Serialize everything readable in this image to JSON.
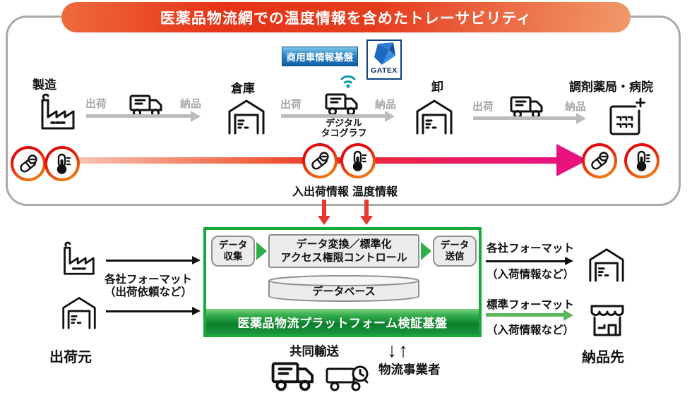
{
  "title_banner": "医薬品物流網での温度情報を含めたトレーサビリティ",
  "chain": {
    "manufacturing": "製造",
    "warehouse": "倉庫",
    "wholesale": "卸",
    "pharmacy_hospital": "調剤薬局・病院",
    "ship": "出荷",
    "deliver": "納品",
    "vehicle_platform": "商用車情報基盤",
    "gatex": "GATEX",
    "tachograph_line1": "デジタル",
    "tachograph_line2": "タコグラフ"
  },
  "trace": {
    "shipping_info": "入出荷情報",
    "temperature_info": "温度情報"
  },
  "platform": {
    "collect_line1": "データ",
    "collect_line2": "収集",
    "convert_line1": "データ変換／標準化",
    "convert_line2": "アクセス権限コントロール",
    "send_line1": "データ",
    "send_line2": "送信",
    "database": "データベース",
    "band": "医薬品物流プラットフォーム検証基盤"
  },
  "left": {
    "format": "各社フォーマット",
    "format_sub": "（出荷依頼など）",
    "source": "出荷元"
  },
  "right": {
    "company_format": "各社フォーマット",
    "company_sub": "（入荷情報など）",
    "standard_format": "標準フォーマット",
    "standard_sub": "（入荷情報など）",
    "destination": "納品先"
  },
  "bottom": {
    "joint_transport": "共同輸送",
    "updown_arrows": "↓↑",
    "logistics_operator": "物流事業者"
  },
  "colors": {
    "banner_red": "#e63417",
    "banner_orange": "#f19a6a",
    "trace_magenta": "#e8127e",
    "ring_red": "#e00d0d",
    "ring_orange": "#ee7c10",
    "platform_green": "#18a83a",
    "badge_blue": "#0f5fa8",
    "wifi_teal": "#0a9aa8",
    "arrow_gray": "#bcbcbc",
    "red_arrow": "#e6392d"
  }
}
